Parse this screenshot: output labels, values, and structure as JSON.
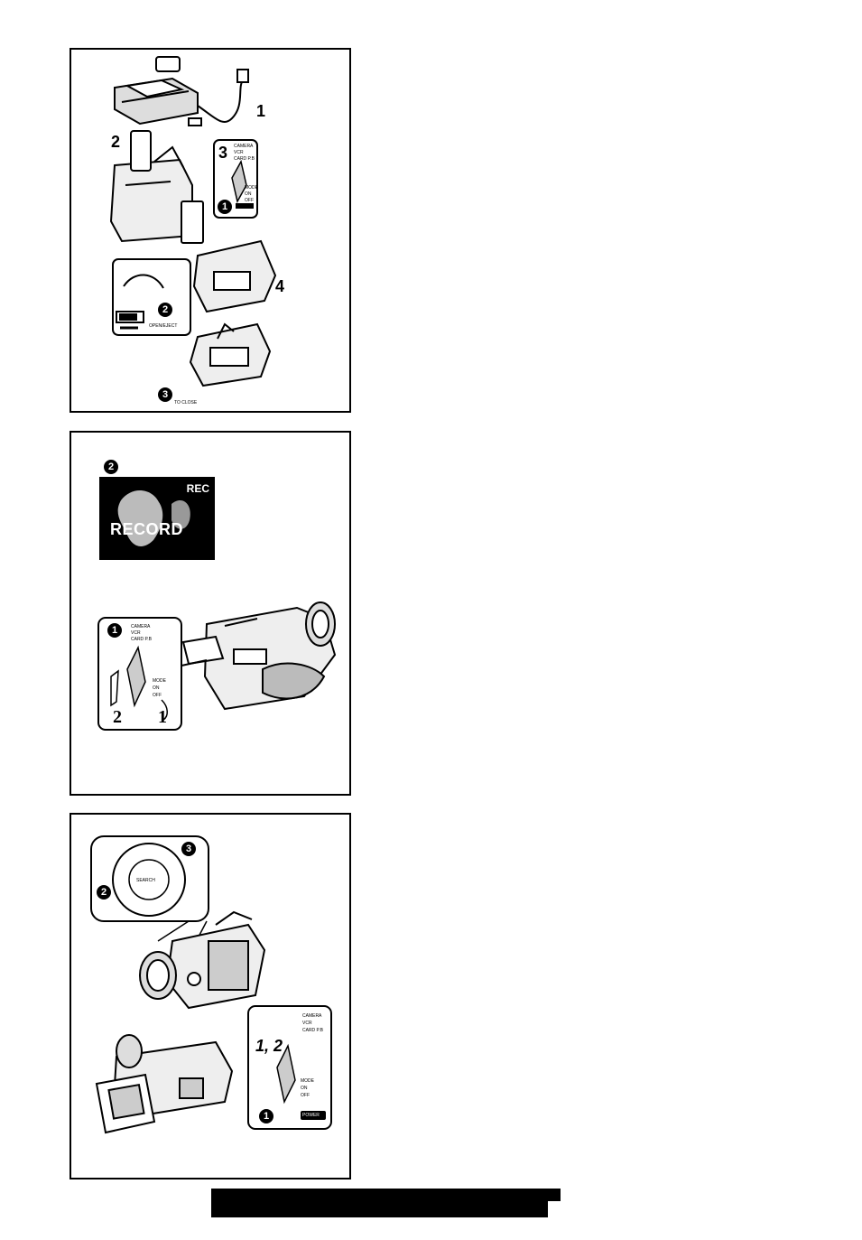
{
  "panel1": {
    "step_1": "1",
    "step_2": "2",
    "step_3": "3",
    "step_4": "4",
    "callout_1": "1",
    "callout_2": "2",
    "callout_3": "3",
    "switch_camera": "CAMERA",
    "switch_vcr": "VCR",
    "switch_card": "CARD P.B",
    "mode_label": "MODE",
    "on_label": "ON",
    "off_label": "OFF",
    "eject_label": "OPEN/EJECT",
    "close_label": "TO CLOSE"
  },
  "panel2": {
    "callout_2": "2",
    "screen_rec": "REC",
    "screen_record": "RECORD",
    "callout_1": "1",
    "switch_camera": "CAMERA",
    "switch_vcr": "VCR",
    "switch_card": "CARD P.B",
    "mode_label": "MODE",
    "on_label": "ON",
    "off_label": "OFF",
    "step_2": "2",
    "step_1": "1"
  },
  "panel3": {
    "callout_3": "3",
    "callout_2": "2",
    "search_label": "SEARCH",
    "step_12": "1, 2",
    "callout_1": "1",
    "switch_camera": "CAMERA",
    "switch_vcr": "VCR",
    "switch_card": "CARD P.B",
    "mode_label": "MODE",
    "on_label": "ON",
    "off_label": "OFF",
    "power_label": "POWER"
  }
}
